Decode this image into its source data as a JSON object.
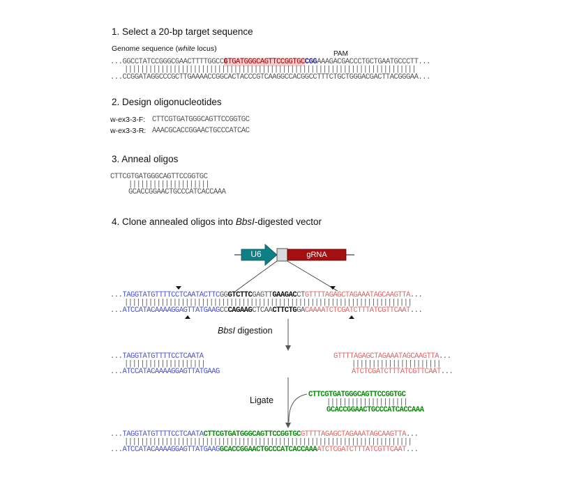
{
  "steps": {
    "s1": "1. Select a 20-bp target sequence",
    "s2": "2. Design oligonucleotides",
    "s3": "3. Anneal oligos",
    "s4_pre": "4. Clone annealed oligos into ",
    "s4_italic": "BbsI",
    "s4_post": "-digested vector"
  },
  "genome": {
    "label_pre": "Genome sequence (",
    "label_italic": "white",
    "label_post": " locus)",
    "pam_label": "PAM",
    "top_prefix": "...",
    "top_before": "GGCCTATCCGGGCGAACTTTTGGCC",
    "top_g": "G",
    "top_target": "TGATGGGCAGTTCCGGTGC",
    "top_pam": "CGG",
    "top_after": "AAAGACGACCCTGCTGAATGCCCTT",
    "top_suffix": "...",
    "bars": "||||||||||||||||||||||||||||||||||||||||||||||||||||||||||||||||||||||||",
    "bottom_prefix": "...",
    "bottom": "CCGGATAGGCCCGCTTGAAAACCGGCACTACCCGTCAAGGCCACGGCCTTTCTGCTGGGACGACTTACGGGAA",
    "bottom_suffix": "..."
  },
  "oligos": {
    "f_name": "w-ex3-3-F:",
    "f_seq": "CTTCGTGATGGGCAGTTCCGGTGC",
    "r_name": "w-ex3-3-R:",
    "r_seq": "AAACGCACCGGAACTGCCCATCAC"
  },
  "anneal": {
    "top": "CTTCGTGATGGGCAGTTCCGGTGC",
    "bars": "||||||||||||||||||||",
    "bottom": "GCACCGGAACTGCCCATCACCAAA"
  },
  "vector": {
    "u6_label": "U6",
    "grna_label": "gRNA",
    "row1_prefix": "...",
    "row1_blue": "TAGGTATGTTTTCCTCAATACTTC",
    "row1_a": "GG",
    "row1_b1": "GTCTTC",
    "row1_mid": "GAGTT",
    "row1_b2": "GAAGAC",
    "row1_c": "CT",
    "row1_red": "GTTTTAGAGCTAGAAATAGCAAGTTA",
    "row1_suffix": "...",
    "row_bars": "|||||||||||||||||||||||||||||||||||||||||||||||||||||||||||||||||||||||",
    "row2_prefix": "...",
    "row2_blue": "ATCCATACAAAAGGAGTTATGAAG",
    "row2_a": "CC",
    "row2_b1": "CAGAAG",
    "row2_mid": "CTCAA",
    "row2_b2": "CTTCTG",
    "row2_c": "GA",
    "row2_red": "CAAAATCTCGATCTTTATCGTTCAAT",
    "row2_suffix": "..."
  },
  "digestion": {
    "label_italic": "BbsI",
    "label_post": " digestion",
    "left_top_prefix": "...",
    "left_top": "TAGGTATGTTTTCCTCAATA",
    "left_bars": "||||||||||||||||||||",
    "left_bottom_prefix": "...",
    "left_bottom": "ATCCATACAAAAGGAGTTATGAAG",
    "right_top": "GTTTTAGAGCTAGAAATAGCAAGTTA",
    "right_top_suffix": "...",
    "right_bars": "||||||||||||||||||||||",
    "right_bottom": "ATCTCGATCTTTATCGTTCAAT",
    "right_bottom_suffix": "..."
  },
  "ligate": {
    "label": "Ligate",
    "insert_top": "CTTCGTGATGGGCAGTTCCGGTGC",
    "insert_bars": "||||||||||||||||||||",
    "insert_bottom": "GCACCGGAACTGCCCATCACCAAA"
  },
  "final": {
    "top_prefix": "...",
    "top_blue": "TAGGTATGTTTTCCTCAATA",
    "top_green": "CTTCGTGATGGGCAGTTCCGGTGC",
    "top_red": "GTTTTAGAGCTAGAAATAGCAAGTTA",
    "top_suffix": "...",
    "bars": "|||||||||||||||||||||||||||||||||||||||||||||||||||||||||||||||||||||||",
    "bottom_prefix": "...",
    "bottom_blue": "ATCCATACAAAAGGAGTTATGAAG",
    "bottom_green": "GCACCGGAACTGCCCATCACCAAA",
    "bottom_red": "ATCTCGATCTTTATCGTTCAAT",
    "bottom_suffix": "..."
  },
  "colors": {
    "vector_left": "#4a52d8",
    "vector_right": "#e46464",
    "insert": "#0b8a0b",
    "u6_fill": "#0f7f86",
    "grna_fill": "#a40f0f",
    "pam": "#1a1aa8"
  }
}
